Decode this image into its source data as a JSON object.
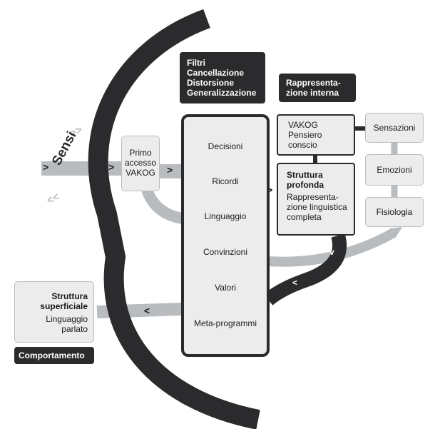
{
  "filtri": {
    "title": "Filtri",
    "items": [
      "Cancellazione",
      "Distorsione",
      "Generalizzazione"
    ]
  },
  "rappresentazione_interna": [
    "Rappresenta-",
    "zione interna"
  ],
  "sensi": {
    "label": "Sensi",
    "arrows_top": ">>",
    "arrows_bottom": "<<"
  },
  "primo_accesso": [
    "Primo",
    "accesso",
    "VAKOG"
  ],
  "core_items": [
    "Decisioni",
    "Ricordi",
    "Linguaggio",
    "Convinzioni",
    "Valori",
    "Meta-programmi"
  ],
  "vakog_pensiero": [
    "VAKOG",
    "Pensiero",
    "conscio"
  ],
  "struttura_profonda": {
    "title": [
      "Struttura",
      "profonda"
    ],
    "body": [
      "Rappresenta-",
      "zione linguistica",
      "completa"
    ]
  },
  "fisiologia_stack": [
    "Sensazioni",
    "Emozioni",
    "Fisiologia"
  ],
  "struttura_superficiale": {
    "title": [
      "Struttura",
      "superficiale"
    ],
    "body": [
      "Linguaggio",
      "parlato"
    ]
  },
  "comportamento": "Comportamento",
  "arrow_glyph_right": ">",
  "arrow_glyph_left": "<",
  "arrow_glyph_down": "v",
  "colors": {
    "dark": "#2b2b2d",
    "box_fill": "#ececec",
    "flow_grey": "#b9bcbf",
    "light_border": "#bdbdbd"
  }
}
